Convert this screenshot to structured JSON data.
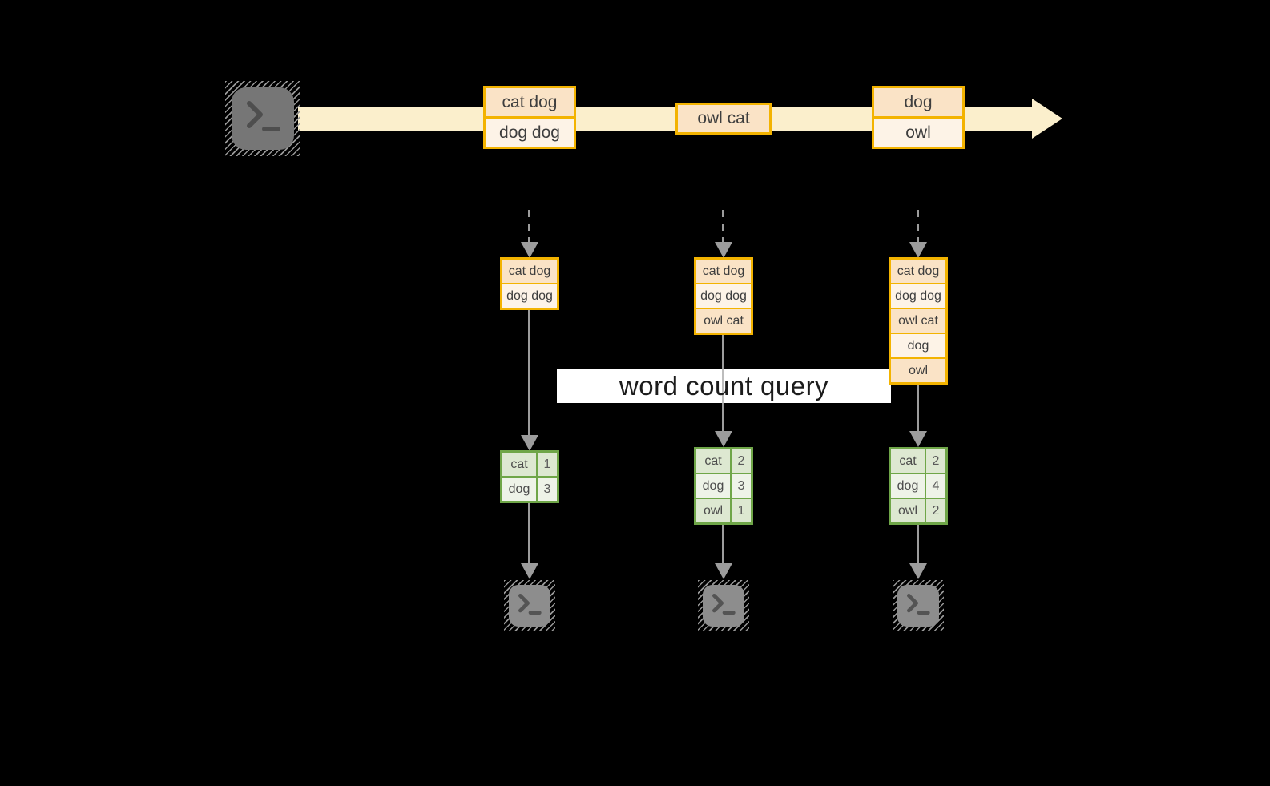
{
  "banner": {
    "label": "word count query"
  },
  "stream": {
    "source_icon": "terminal-icon",
    "batches": [
      {
        "items": [
          "cat dog",
          "dog dog"
        ]
      },
      {
        "items": [
          "owl cat"
        ]
      },
      {
        "items": [
          "dog",
          "owl"
        ]
      }
    ]
  },
  "columns": [
    {
      "state": [
        "cat dog",
        "dog dog"
      ],
      "counts": {
        "rows": [
          {
            "word": "cat",
            "count": "1"
          },
          {
            "word": "dog",
            "count": "3"
          }
        ]
      },
      "sink_icon": "terminal-icon"
    },
    {
      "state": [
        "cat dog",
        "dog dog",
        "owl cat"
      ],
      "counts": {
        "rows": [
          {
            "word": "cat",
            "count": "2"
          },
          {
            "word": "dog",
            "count": "3"
          },
          {
            "word": "owl",
            "count": "1"
          }
        ]
      },
      "sink_icon": "terminal-icon"
    },
    {
      "state": [
        "cat dog",
        "dog dog",
        "owl cat",
        "dog",
        "owl"
      ],
      "counts": {
        "rows": [
          {
            "word": "cat",
            "count": "2"
          },
          {
            "word": "dog",
            "count": "4"
          },
          {
            "word": "owl",
            "count": "2"
          }
        ]
      },
      "sink_icon": "terminal-icon"
    }
  ],
  "colors": {
    "accent_orange": "#f3b300",
    "cell_peach": "#fae3c6",
    "cell_cream": "#fdf3e7",
    "stream_band": "#fbefcc",
    "green_border": "#6fa648",
    "green_cell_dark": "#dde8d1",
    "green_cell_light": "#eef3e8",
    "arrow_gray": "#9c9c9c",
    "terminal_gray": "#767676",
    "background": "#000000"
  }
}
